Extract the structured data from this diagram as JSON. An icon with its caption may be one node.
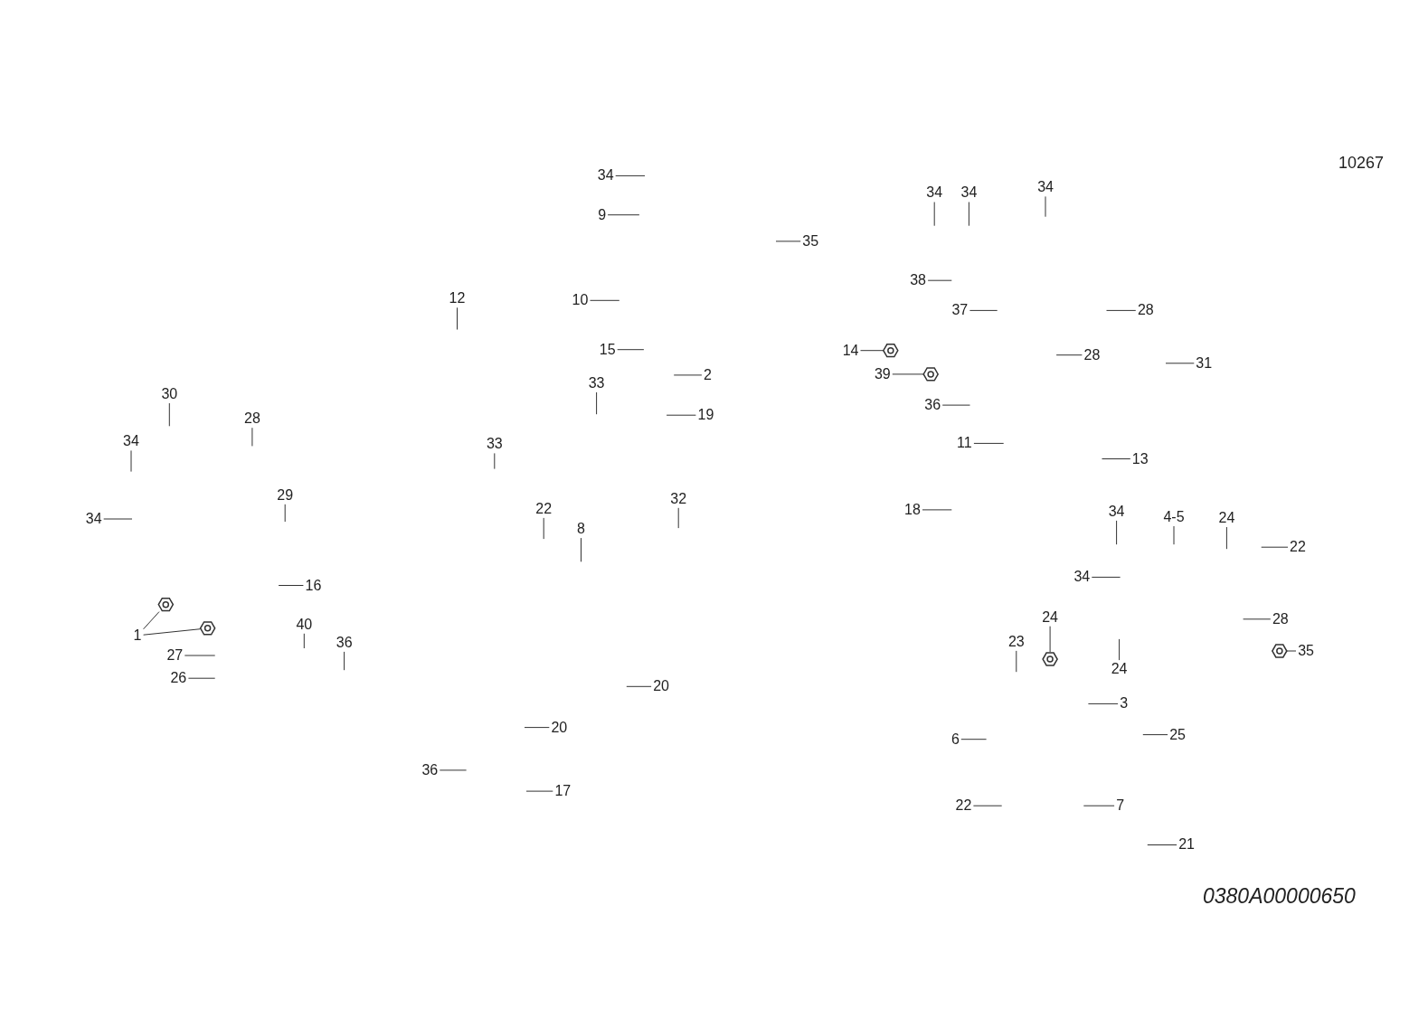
{
  "diagram": {
    "caption": "0380A00000650",
    "nodes": [
      {
        "text": [
          "34"
        ]
      },
      {
        "text": [
          "9"
        ]
      },
      {
        "text": [
          "35"
        ]
      },
      {
        "text": [
          "12"
        ]
      },
      {
        "text": [
          "10"
        ]
      },
      {
        "text": [
          "15"
        ]
      },
      {
        "text": [
          "2"
        ]
      },
      {
        "text": [
          "19"
        ]
      },
      {
        "text": [
          "33"
        ]
      },
      {
        "text": [
          "33"
        ]
      },
      {
        "text": [
          "32"
        ]
      },
      {
        "text": [
          "22"
        ]
      },
      {
        "text": [
          "8"
        ]
      },
      {
        "text": [
          "20"
        ]
      },
      {
        "text": [
          "20"
        ]
      },
      {
        "text": [
          "36"
        ]
      },
      {
        "text": [
          "17"
        ]
      },
      {
        "text": [
          "40"
        ]
      },
      {
        "text": [
          "36"
        ]
      },
      {
        "text": [
          "30"
        ]
      },
      {
        "text": [
          "28"
        ]
      },
      {
        "text": [
          "34"
        ]
      },
      {
        "text": [
          "29"
        ]
      },
      {
        "text": [
          "34"
        ]
      },
      {
        "text": [
          "16"
        ]
      },
      {
        "text": [
          "1"
        ]
      },
      {
        "text": [
          "27"
        ]
      },
      {
        "text": [
          "26"
        ]
      },
      {
        "text": [
          "34"
        ]
      },
      {
        "text": [
          "34"
        ]
      },
      {
        "text": [
          "34"
        ]
      },
      {
        "text": [
          "38"
        ]
      },
      {
        "text": [
          "37"
        ]
      },
      {
        "text": [
          "28"
        ]
      },
      {
        "text": [
          "28"
        ]
      },
      {
        "text": [
          "31"
        ]
      },
      {
        "text": [
          "14"
        ]
      },
      {
        "text": [
          "39"
        ]
      },
      {
        "text": [
          "36"
        ]
      },
      {
        "text": [
          "11"
        ]
      },
      {
        "text": [
          "13"
        ]
      },
      {
        "text": [
          "18"
        ]
      },
      {
        "text": [
          "34"
        ]
      },
      {
        "text": [
          "4-5"
        ]
      },
      {
        "text": [
          "24"
        ]
      },
      {
        "text": [
          "22"
        ]
      },
      {
        "text": [
          "34"
        ]
      },
      {
        "text": [
          "28"
        ]
      },
      {
        "text": [
          "35"
        ]
      },
      {
        "text": [
          "23"
        ]
      },
      {
        "text": [
          "24"
        ]
      },
      {
        "text": [
          "24"
        ]
      },
      {
        "text": [
          "3"
        ]
      },
      {
        "text": [
          "25"
        ]
      },
      {
        "text": [
          "6"
        ]
      },
      {
        "text": [
          "22"
        ]
      },
      {
        "text": [
          "7"
        ]
      },
      {
        "text": [
          "21"
        ]
      },
      {
        "text": [],
        "shape": "picture"
      },
      {
        "text": [],
        "shape": "picture"
      },
      {
        "text": [],
        "shape": "picture"
      },
      {
        "text": [],
        "shape": "picture"
      },
      {
        "text": [],
        "shape": "picture"
      },
      {
        "text": [],
        "shape": "picture"
      }
    ],
    "edges": [
      {
        "from": 0,
        "to": null,
        "arrow": "none"
      },
      {
        "from": 1,
        "to": null,
        "arrow": "none"
      },
      {
        "from": 2,
        "to": null,
        "arrow": "none"
      },
      {
        "from": 3,
        "to": null,
        "arrow": "none"
      },
      {
        "from": 4,
        "to": null,
        "arrow": "none"
      },
      {
        "from": 5,
        "to": null,
        "arrow": "none"
      },
      {
        "from": 6,
        "to": null,
        "arrow": "none"
      },
      {
        "from": 7,
        "to": null,
        "arrow": "none"
      },
      {
        "from": 8,
        "to": null,
        "arrow": "none"
      },
      {
        "from": 9,
        "to": null,
        "arrow": "none"
      },
      {
        "from": 10,
        "to": null,
        "arrow": "none"
      },
      {
        "from": 11,
        "to": null,
        "arrow": "none"
      },
      {
        "from": 12,
        "to": null,
        "arrow": "none"
      },
      {
        "from": 13,
        "to": null,
        "arrow": "none"
      },
      {
        "from": 14,
        "to": null,
        "arrow": "none"
      },
      {
        "from": 15,
        "to": null,
        "arrow": "none"
      },
      {
        "from": 16,
        "to": null,
        "arrow": "none"
      },
      {
        "from": 17,
        "to": null,
        "arrow": "none"
      },
      {
        "from": 18,
        "to": null,
        "arrow": "none"
      },
      {
        "from": 19,
        "to": null,
        "arrow": "none"
      },
      {
        "from": 20,
        "to": null,
        "arrow": "none"
      },
      {
        "from": 21,
        "to": null,
        "arrow": "none"
      },
      {
        "from": 22,
        "to": null,
        "arrow": "none"
      },
      {
        "from": 23,
        "to": null,
        "arrow": "none"
      },
      {
        "from": 24,
        "to": null,
        "arrow": "none"
      },
      {
        "from": 25,
        "to": 63,
        "arrow": "none"
      },
      {
        "from": 25,
        "to": 58,
        "arrow": "none"
      },
      {
        "from": 26,
        "to": null,
        "arrow": "none"
      },
      {
        "from": 27,
        "to": null,
        "arrow": "none"
      },
      {
        "from": 28,
        "to": null,
        "arrow": "none"
      },
      {
        "from": 29,
        "to": null,
        "arrow": "none"
      },
      {
        "from": 30,
        "to": null,
        "arrow": "none"
      },
      {
        "from": 31,
        "to": null,
        "arrow": "none"
      },
      {
        "from": 32,
        "to": null,
        "arrow": "none"
      },
      {
        "from": 33,
        "to": null,
        "arrow": "none"
      },
      {
        "from": 34,
        "to": null,
        "arrow": "none"
      },
      {
        "from": 35,
        "to": null,
        "arrow": "none"
      },
      {
        "from": 36,
        "to": 59,
        "arrow": "none"
      },
      {
        "from": 37,
        "to": 60,
        "arrow": "none"
      },
      {
        "from": 38,
        "to": null,
        "arrow": "none"
      },
      {
        "from": 39,
        "to": null,
        "arrow": "none"
      },
      {
        "from": 40,
        "to": null,
        "arrow": "none"
      },
      {
        "from": 41,
        "to": null,
        "arrow": "none"
      },
      {
        "from": 42,
        "to": null,
        "arrow": "none"
      },
      {
        "from": 43,
        "to": null,
        "arrow": "none"
      },
      {
        "from": 44,
        "to": null,
        "arrow": "none"
      },
      {
        "from": 45,
        "to": null,
        "arrow": "none"
      },
      {
        "from": 46,
        "to": null,
        "arrow": "none"
      },
      {
        "from": 47,
        "to": null,
        "arrow": "none"
      },
      {
        "from": 48,
        "to": 61,
        "arrow": "none"
      },
      {
        "from": 49,
        "to": null,
        "arrow": "none"
      },
      {
        "from": 50,
        "to": 62,
        "arrow": "none"
      },
      {
        "from": 51,
        "to": null,
        "arrow": "none"
      },
      {
        "from": 52,
        "to": null,
        "arrow": "none"
      },
      {
        "from": 53,
        "to": null,
        "arrow": "none"
      },
      {
        "from": 54,
        "to": null,
        "arrow": "none"
      },
      {
        "from": 55,
        "to": null,
        "arrow": "none"
      },
      {
        "from": 56,
        "to": null,
        "arrow": "none"
      },
      {
        "from": 57,
        "to": null,
        "arrow": "none"
      }
    ],
    "labels": [
      "10267"
    ]
  }
}
